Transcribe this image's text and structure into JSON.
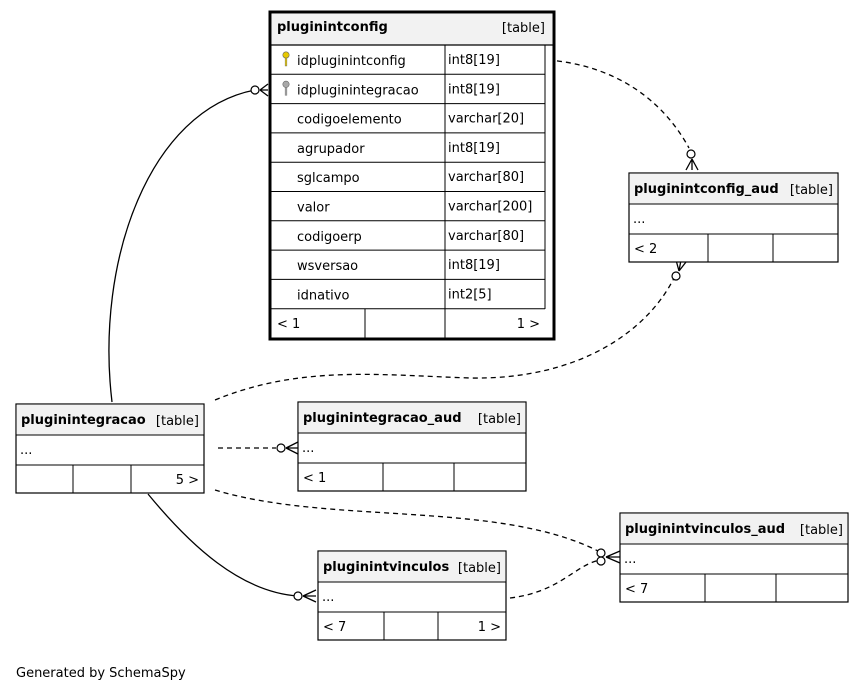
{
  "main_table": {
    "name": "pluginintconfig",
    "tag": "[table]",
    "columns": [
      {
        "name": "idpluginintconfig",
        "type": "int8[19]",
        "key": "primary"
      },
      {
        "name": "idpluginintegracao",
        "type": "int8[19]",
        "key": "foreign"
      },
      {
        "name": "codigoelemento",
        "type": "varchar[20]",
        "key": "none"
      },
      {
        "name": "agrupador",
        "type": "int8[19]",
        "key": "none"
      },
      {
        "name": "sglcampo",
        "type": "varchar[80]",
        "key": "none"
      },
      {
        "name": "valor",
        "type": "varchar[200]",
        "key": "none"
      },
      {
        "name": "codigoerp",
        "type": "varchar[80]",
        "key": "none"
      },
      {
        "name": "wsversao",
        "type": "int8[19]",
        "key": "none"
      },
      {
        "name": "idnativo",
        "type": "int2[5]",
        "key": "none"
      }
    ],
    "footer": {
      "left": "< 1",
      "mid": "",
      "right": "1 >"
    }
  },
  "tables": [
    {
      "id": "pluginintconfig_aud",
      "name": "pluginintconfig_aud",
      "tag": "[table]",
      "body": "...",
      "footer": {
        "left": "< 2",
        "mid": "",
        "right": ""
      }
    },
    {
      "id": "pluginintegracao",
      "name": "pluginintegracao",
      "tag": "[table]",
      "body": "...",
      "footer": {
        "left": "",
        "mid": "",
        "right": "5 >"
      }
    },
    {
      "id": "pluginintegracao_aud",
      "name": "pluginintegracao_aud",
      "tag": "[table]",
      "body": "...",
      "footer": {
        "left": "< 1",
        "mid": "",
        "right": ""
      }
    },
    {
      "id": "pluginintvinculos",
      "name": "pluginintvinculos",
      "tag": "[table]",
      "body": "...",
      "footer": {
        "left": "< 7",
        "mid": "",
        "right": "1 >"
      }
    },
    {
      "id": "pluginintvinculos_aud",
      "name": "pluginintvinculos_aud",
      "tag": "[table]",
      "body": "...",
      "footer": {
        "left": "< 7",
        "mid": "",
        "right": ""
      }
    }
  ],
  "relationships": [
    {
      "from": "pluginintegracao",
      "to": "pluginintconfig",
      "style": "solid"
    },
    {
      "from": "pluginintegracao",
      "to": "pluginintvinculos",
      "style": "solid"
    },
    {
      "from": "pluginintconfig",
      "to": "pluginintconfig_aud",
      "style": "dashed"
    },
    {
      "from": "pluginintegracao",
      "to": "pluginintconfig_aud",
      "style": "dashed"
    },
    {
      "from": "pluginintegracao",
      "to": "pluginintegracao_aud",
      "style": "dashed"
    },
    {
      "from": "pluginintegracao",
      "to": "pluginintvinculos_aud",
      "style": "dashed"
    },
    {
      "from": "pluginintvinculos",
      "to": "pluginintvinculos_aud",
      "style": "dashed"
    }
  ],
  "colors": {
    "header_bg": "#f2f2f2",
    "line": "#000000",
    "pk_key": "#e6c800",
    "fk_key": "#a8a8a8"
  },
  "footer_text": "Generated by SchemaSpy"
}
